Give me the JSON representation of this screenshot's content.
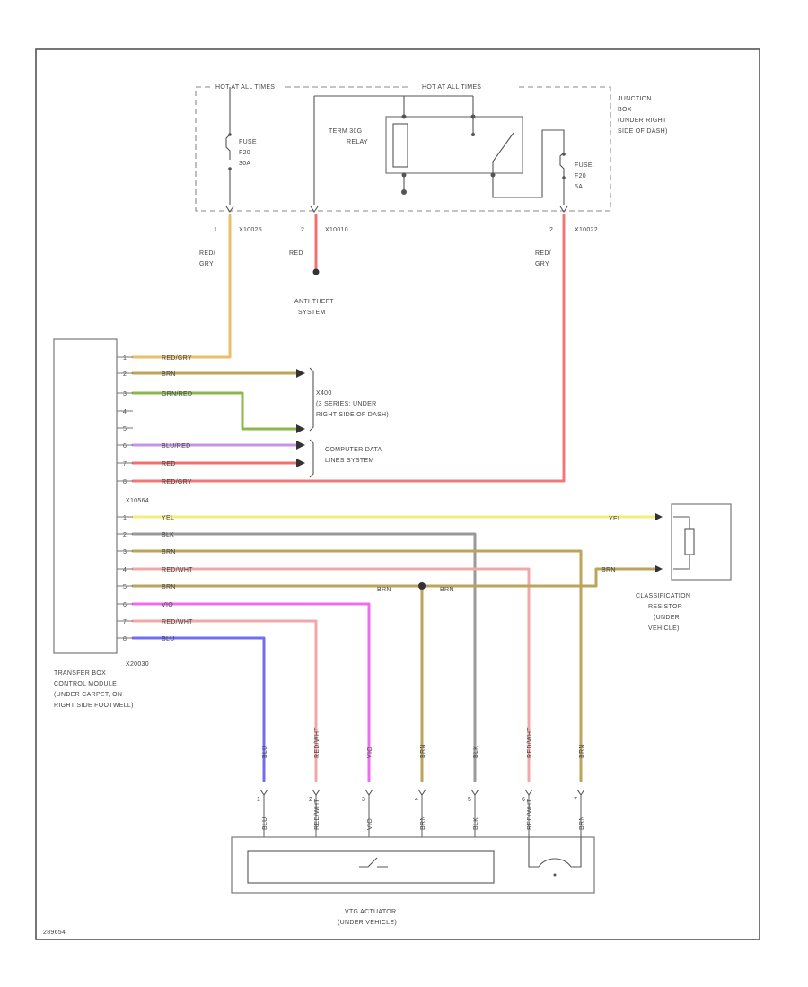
{
  "colors": {
    "red_gry": "#e6c06a",
    "brn": "#bda45a",
    "grn_red": "#8bb84a",
    "blu_red": "#c694e6",
    "red": "#f07070",
    "red_gry2": "#f07878",
    "yel": "#f2ee78",
    "blk": "#9a9a9a",
    "red_wht": "#f0a8a8",
    "vio": "#ef6cef",
    "blu": "#6f6fef"
  },
  "labels": {
    "hot_run_start": "HOT AT ALL TIMES",
    "hot_run": "HOT AT ALL TIMES",
    "junction_box": [
      "JUNCTION",
      "BOX",
      "(UNDER RIGHT",
      "SIDE OF DASH)"
    ],
    "term_relay": [
      "TERM 30G",
      "RELAY"
    ],
    "fuse_left": [
      "FUSE",
      "F20",
      "30A"
    ],
    "fuse_right": [
      "FUSE",
      "F20",
      "5A"
    ],
    "conn_left": "X10025",
    "conn_mid": "X10010",
    "conn_right": "X10022",
    "pin_left": "1",
    "pin_mid": "2",
    "pin_right": "2",
    "wire_left": [
      "RED/",
      "GRY"
    ],
    "wire_mid": "RED",
    "wire_right": [
      "RED/",
      "GRY"
    ],
    "anti_theft": [
      "ANTI-THEFT",
      "SYSTEM"
    ],
    "x400": [
      "X400",
      "(3 SERIES: UNDER",
      "RIGHT SIDE OF DASH)"
    ],
    "computer_data": [
      "COMPUTER DATA",
      "LINES SYSTEM"
    ],
    "conn_x10564": "X10564",
    "conn_x20030": "X20030",
    "module": [
      "TRANSFER BOX",
      "CONTROL MODULE",
      "(UNDER CARPET, ON",
      "RIGHT SIDE FOOTWELL)"
    ],
    "classification": [
      "CLASSIFICATION",
      "RESISTOR",
      "(UNDER",
      "VEHICLE)"
    ],
    "actuator": [
      "VTG ACTUATOR",
      "(UNDER VEHICLE)"
    ],
    "brn_left": "BRN",
    "brn_right": "BRN",
    "yel_right": "YEL",
    "brn_class": "BRN",
    "figure_id": "289654"
  },
  "module_wires": [
    {
      "label": "RED/GRY",
      "pin": "1"
    },
    {
      "label": "BRN",
      "pin": "2"
    },
    {
      "label": "GRN/RED",
      "pin": "3"
    },
    {
      "label": "",
      "pin": "4"
    },
    {
      "label": "",
      "pin": "5"
    },
    {
      "label": "BLU/RED",
      "pin": "6"
    },
    {
      "label": "RED",
      "pin": "7"
    },
    {
      "label": "RED/GRY",
      "pin": "8"
    },
    {
      "label": "YEL",
      "pin": "1"
    },
    {
      "label": "BLK",
      "pin": "2"
    },
    {
      "label": "BRN",
      "pin": "3"
    },
    {
      "label": "RED/WHT",
      "pin": "4"
    },
    {
      "label": "BRN",
      "pin": "5"
    },
    {
      "label": "VIO",
      "pin": "6"
    },
    {
      "label": "RED/WHT",
      "pin": "7"
    },
    {
      "label": "BLU",
      "pin": "8"
    }
  ],
  "actuator_wires": [
    {
      "label": "BLU",
      "pin": "1"
    },
    {
      "label": "RED/WHT",
      "pin": "2"
    },
    {
      "label": "VIO",
      "pin": "3"
    },
    {
      "label": "BRN",
      "pin": "4"
    },
    {
      "label": "BLK",
      "pin": "5"
    },
    {
      "label": "RED/WHT",
      "pin": "6"
    },
    {
      "label": "BRN",
      "pin": "7"
    }
  ]
}
